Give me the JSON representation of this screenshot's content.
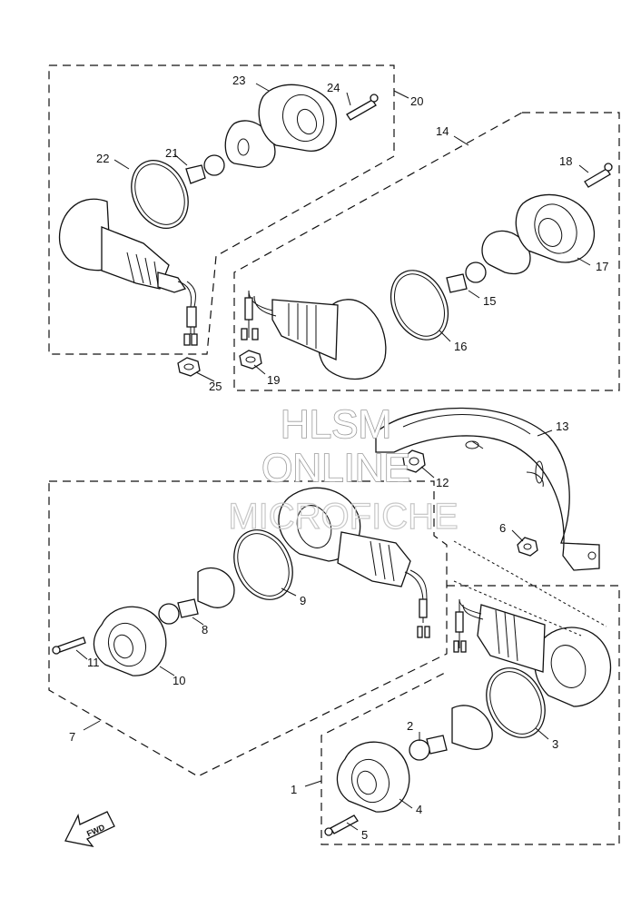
{
  "labels": [
    {
      "id": "1",
      "text": "1"
    },
    {
      "id": "2",
      "text": "2"
    },
    {
      "id": "3",
      "text": "3"
    },
    {
      "id": "4",
      "text": "4"
    },
    {
      "id": "5",
      "text": "5"
    },
    {
      "id": "6",
      "text": "6"
    },
    {
      "id": "7",
      "text": "7"
    },
    {
      "id": "8",
      "text": "8"
    },
    {
      "id": "9",
      "text": "9"
    },
    {
      "id": "10",
      "text": "10"
    },
    {
      "id": "11",
      "text": "11"
    },
    {
      "id": "12",
      "text": "12"
    },
    {
      "id": "13",
      "text": "13"
    },
    {
      "id": "14",
      "text": "14"
    },
    {
      "id": "15",
      "text": "15"
    },
    {
      "id": "16",
      "text": "16"
    },
    {
      "id": "17",
      "text": "17"
    },
    {
      "id": "18",
      "text": "18"
    },
    {
      "id": "19",
      "text": "19"
    },
    {
      "id": "20",
      "text": "20"
    },
    {
      "id": "21",
      "text": "21"
    },
    {
      "id": "22",
      "text": "22"
    },
    {
      "id": "23",
      "text": "23"
    },
    {
      "id": "24",
      "text": "24"
    },
    {
      "id": "25",
      "text": "25"
    }
  ],
  "watermark": {
    "line1": "HLSM",
    "line2": "ONLINE",
    "line3": "MICROFICHE"
  },
  "direction_marker": {
    "text": "FWD"
  }
}
